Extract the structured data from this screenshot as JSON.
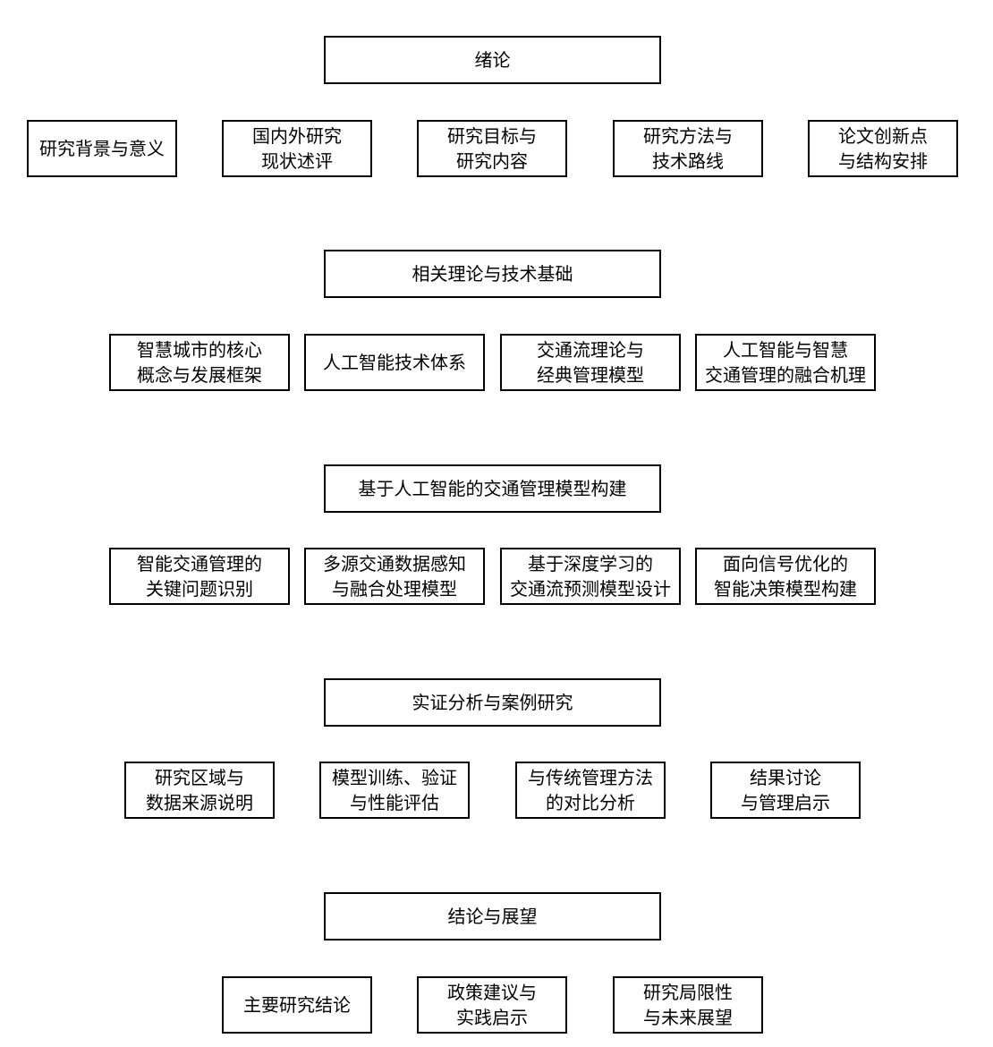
{
  "sections": [
    {
      "title": "绪论",
      "items": [
        "研究背景与意义",
        "国内外研究\n现状述评",
        "研究目标与\n研究内容",
        "研究方法与\n技术路线",
        "论文创新点\n与结构安排"
      ]
    },
    {
      "title": "相关理论与技术基础",
      "items": [
        "智慧城市的核心\n概念与发展框架",
        "人工智能技术体系",
        "交通流理论与\n经典管理模型",
        "人工智能与智慧\n交通管理的融合机理"
      ]
    },
    {
      "title": "基于人工智能的交通管理模型构建",
      "items": [
        "智能交通管理的\n关键问题识别",
        "多源交通数据感知\n与融合处理模型",
        "基于深度学习的\n交通流预测模型设计",
        "面向信号优化的\n智能决策模型构建"
      ]
    },
    {
      "title": "实证分析与案例研究",
      "items": [
        "研究区域与\n数据来源说明",
        "模型训练、验证\n与性能评估",
        "与传统管理方法\n的对比分析",
        "结果讨论\n与管理启示"
      ]
    },
    {
      "title": "结论与展望",
      "items": [
        "主要研究结论",
        "政策建议与\n实践启示",
        "研究局限性\n与未来展望"
      ]
    }
  ]
}
